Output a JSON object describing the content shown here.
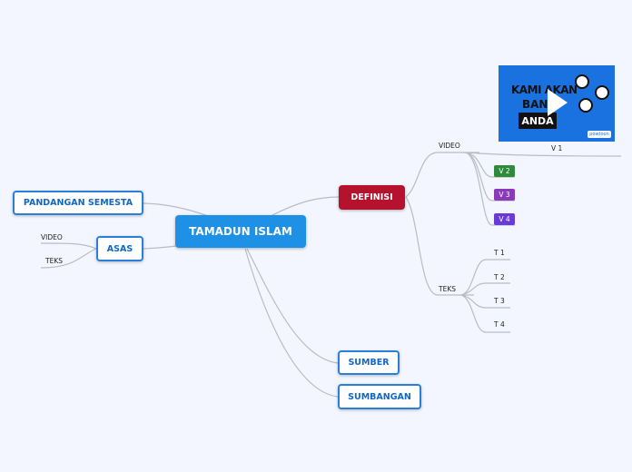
{
  "central": {
    "label": "TAMADUN ISLAM"
  },
  "branches": {
    "pandangan": "PANDANGAN SEMESTA",
    "asas": "ASAS",
    "definisi": "DEFINISI",
    "sumber": "SUMBER",
    "sumbangan": "SUMBANGAN"
  },
  "asas_children": {
    "video": "VIDEO",
    "teks": "TEKS"
  },
  "definisi_children": {
    "video": "VIDEO",
    "teks": "TEKS",
    "video_items": [
      "V 1",
      "V 2",
      "V 3",
      "V 4"
    ],
    "teks_items": [
      "T 1",
      "T 2",
      "T 3",
      "T 4"
    ]
  },
  "thumbnail": {
    "line1": "KAMI AKAN",
    "line2": "BAN",
    "line3": "ANDA",
    "badge": "powtoon"
  },
  "colors": {
    "central": "#1e90e6",
    "definisi": "#b5122d",
    "v2": "#2e8b3a",
    "v3": "#8a3ab9",
    "v4": "#6a3ad9"
  }
}
